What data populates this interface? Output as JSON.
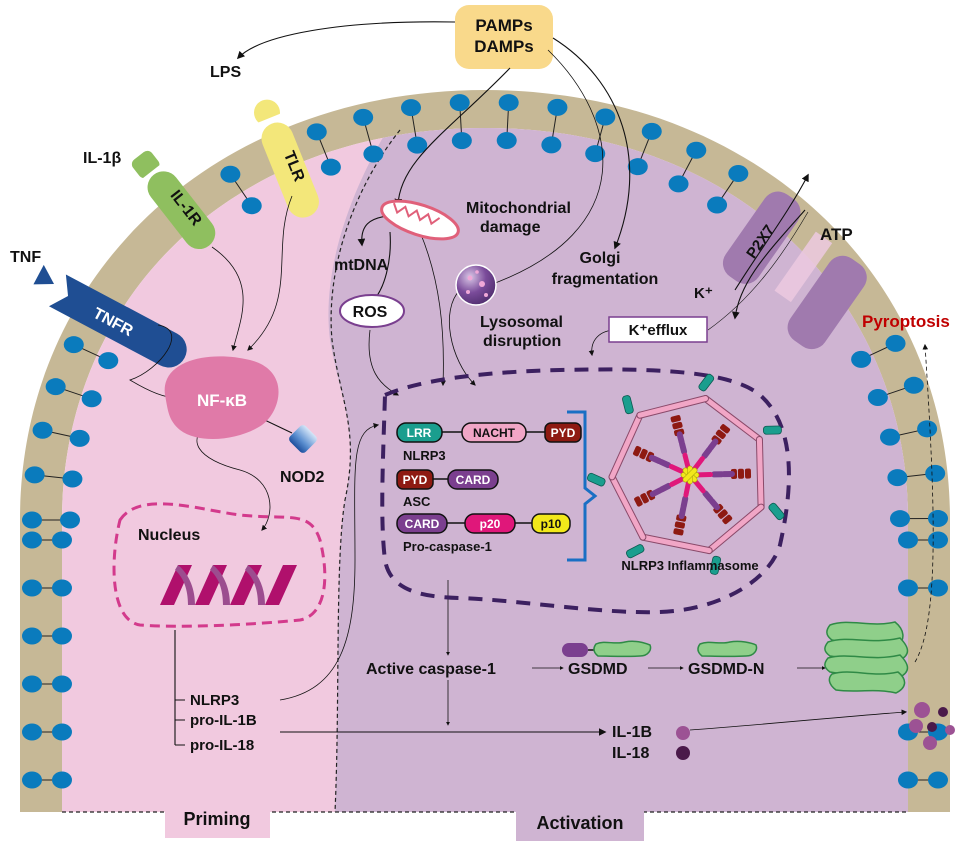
{
  "title": "NLRP3 inflammasome priming and activation",
  "colors": {
    "priming_bg": "#f1c9df",
    "activation_bg": "#cfb4d2",
    "membrane": "#c6b896",
    "lipid_head": "#0a7bbd",
    "pamps_box": "#f9d98b",
    "nfkb": "#e07aa8",
    "nucleus_border": "#d33a8c",
    "inflammasome_border": "#3c2060",
    "pyroptosis": "#c00000",
    "gsdmd": "#8fcf8a"
  },
  "extracellular": {
    "pamps_damps": [
      "PAMPs",
      "DAMPs"
    ],
    "lps": "LPS",
    "il1b": "IL-1β",
    "tnf": "TNF",
    "atp": "ATP",
    "pyroptosis": "Pyroptosis"
  },
  "receptors": {
    "tlr": "TLR",
    "il1r": "IL-1R",
    "tnfr": "TNFR",
    "p2x7": "P2X7",
    "k_plus": "K⁺"
  },
  "priming": {
    "nfkb": "NF-κB",
    "nod2": "NOD2",
    "nucleus": "Nucleus",
    "genes": [
      "NLRP3",
      "pro-IL-1B",
      "pro-IL-18"
    ],
    "label": "Priming"
  },
  "activation": {
    "mito": [
      "Mitochondrial",
      "damage"
    ],
    "mtdna": "mtDNA",
    "ros": "ROS",
    "golgi": [
      "Golgi",
      "fragmentation"
    ],
    "lysosome": [
      "Lysosomal",
      "disruption"
    ],
    "k_efflux": "K⁺efflux",
    "label": "Activation"
  },
  "inflammasome": {
    "nlrp3": {
      "name": "NLRP3",
      "domains": [
        "LRR",
        "NACHT",
        "PYD"
      ]
    },
    "asc": {
      "name": "ASC",
      "domains": [
        "PYD",
        "CARD"
      ]
    },
    "procasp": {
      "name": "Pro-caspase-1",
      "domains": [
        "CARD",
        "p20",
        "p10"
      ]
    },
    "complex_label": "NLRP3 Inflammasome"
  },
  "downstream": {
    "active_casp": "Active caspase-1",
    "gsdmd": "GSDMD",
    "gsdmd_n": "GSDMD-N",
    "il1b": "IL-1B",
    "il18": "IL-18"
  }
}
